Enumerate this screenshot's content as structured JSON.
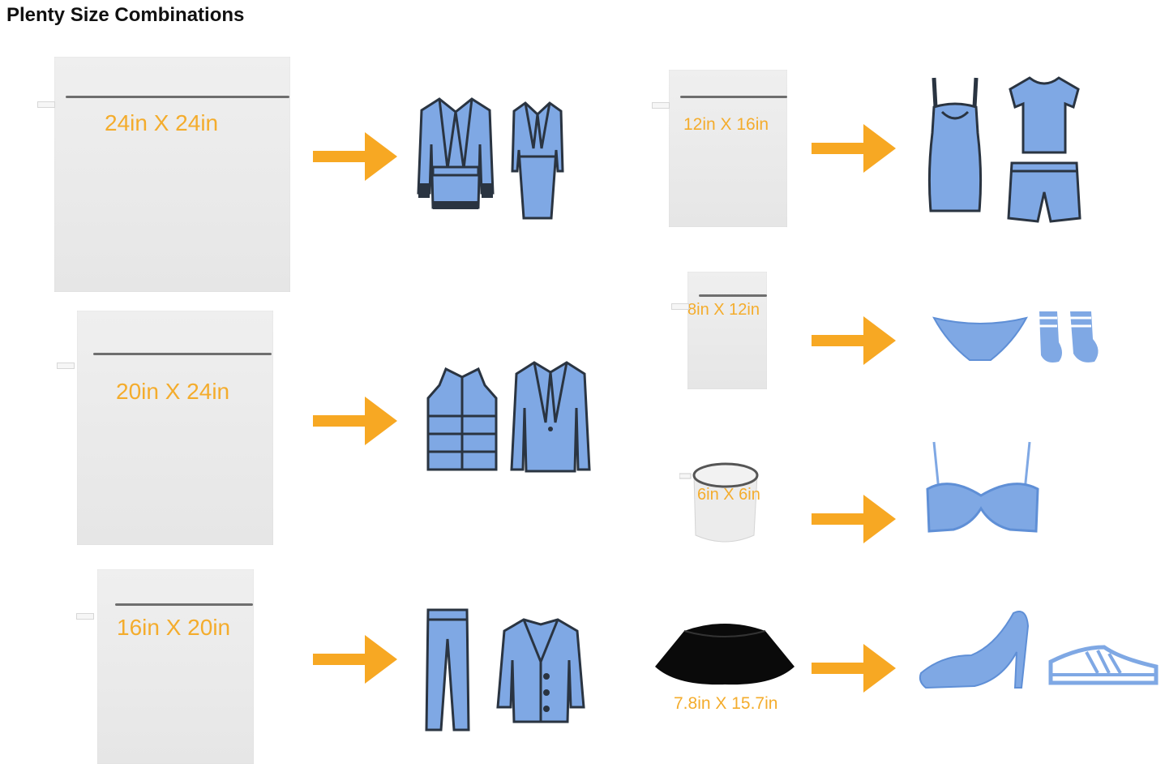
{
  "page": {
    "title": "Plenty Size Combinations"
  },
  "bags": [
    {
      "label": "24in X 24in"
    },
    {
      "label": "20in X 24in"
    },
    {
      "label": "16in X 20in"
    },
    {
      "label": "12in X 16in"
    },
    {
      "label": "8in X 12in"
    },
    {
      "label": "6in X 6in"
    },
    {
      "label": "7.8in X 15.7in"
    }
  ],
  "colors": {
    "accent": "#F7A823",
    "clothing": "#7FA8E4",
    "outline": "#2A3441",
    "bag": "#E9E9E9"
  },
  "icons": {
    "row1": [
      "cardigan-icon",
      "suit-dress-icon"
    ],
    "row2": [
      "puffer-vest-icon",
      "blazer-icon"
    ],
    "row3": [
      "jeans-icon",
      "jacket-icon"
    ],
    "row4": [
      "slip-dress-icon",
      "tshirt-icon",
      "shorts-icon"
    ],
    "row5": [
      "panties-icon",
      "socks-icon"
    ],
    "row6": [
      "bra-icon"
    ],
    "row7": [
      "high-heel-icon",
      "sneaker-icon"
    ]
  }
}
